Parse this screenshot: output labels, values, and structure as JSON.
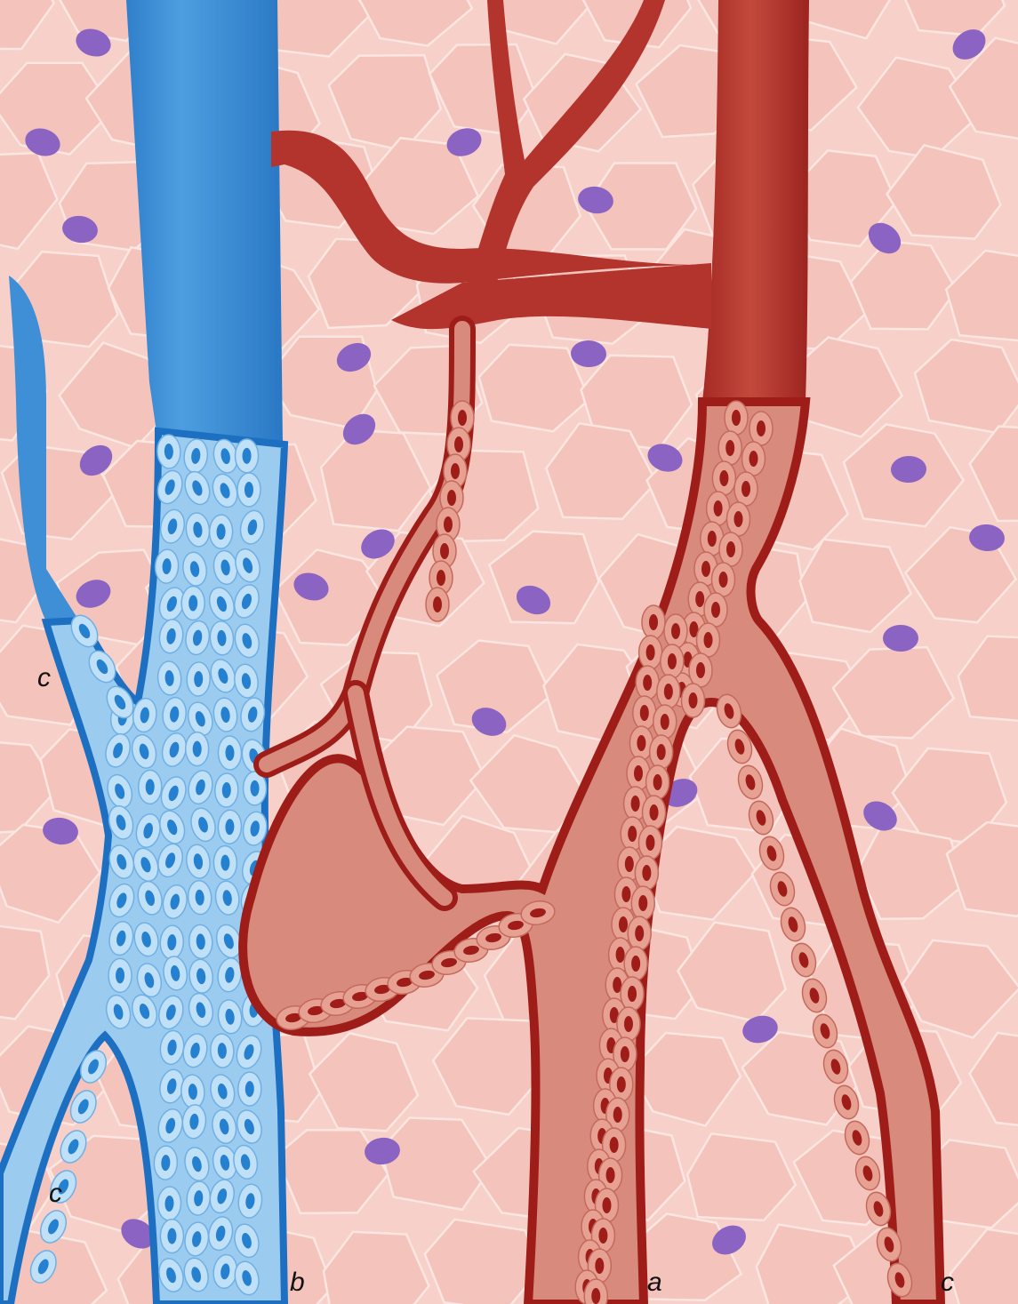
{
  "figure": {
    "labels": {
      "c_top_left": "c",
      "c_bottom_left": "c",
      "b": "b",
      "a": "a",
      "c_bottom_right": "c"
    },
    "colors": {
      "tissue_background": "#f7d0c9",
      "tissue_cell_fill": "#f4c3bb",
      "tissue_cell_border": "#fbe6e1",
      "nucleus": "#8a63c3",
      "vein": "#3f8fd6",
      "vein_dark": "#1c6fc1",
      "vein_capillary_fill": "#9ccbf0",
      "vein_endothelial_cell": "#bfe0f7",
      "vein_cell_nucleus": "#2581cf",
      "artery": "#b3332d",
      "artery_dark": "#8e1a17",
      "artery_capillary_fill": "#d88a7c",
      "artery_endothelial_cell": "#e7a192",
      "artery_cell_nucleus": "#9e1d19"
    }
  }
}
